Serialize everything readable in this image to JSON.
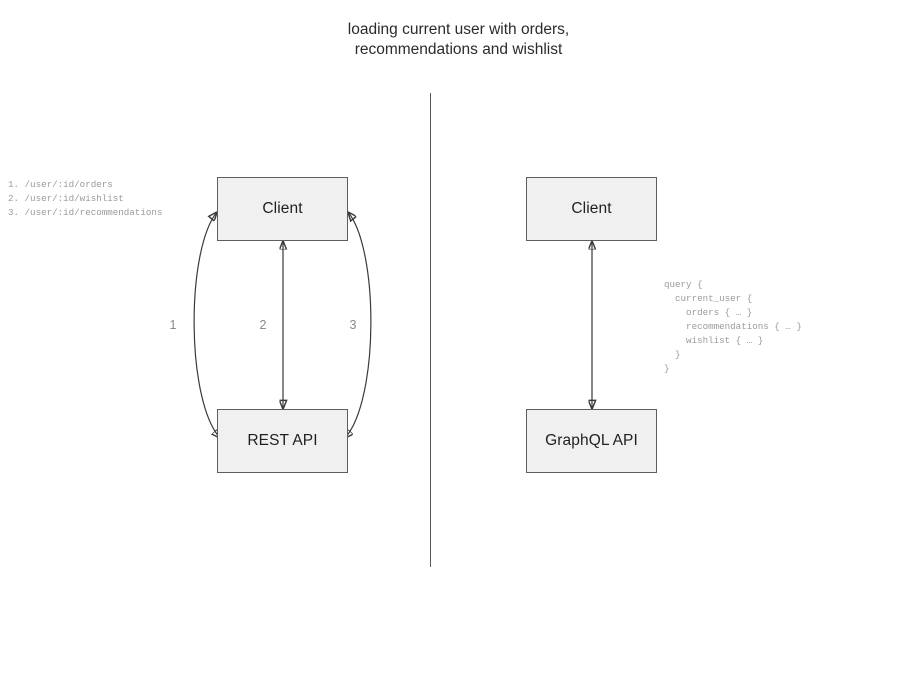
{
  "title": "loading current user with orders,\nrecommendations and wishlist",
  "divider": {
    "name": "vertical-divider"
  },
  "left_panel": {
    "client_label": "Client",
    "api_label": "REST API",
    "edge_labels": [
      "1",
      "2",
      "3"
    ],
    "endpoints": "1. /user/:id/orders\n2. /user/:id/wishlist\n3. /user/:id/recommendations"
  },
  "right_panel": {
    "client_label": "Client",
    "api_label": "GraphQL API",
    "query": "query {\n  current_user {\n    orders { … }\n    recommendations { … }\n    wishlist { … }\n  }\n}"
  },
  "colors": {
    "node_fill": "#f0f0f0",
    "node_border": "#5e5e5e",
    "edge": "#3a3a3a",
    "label_gray": "#8a8a8a",
    "code_gray": "#9a9a9a",
    "title": "#2b2b2b"
  }
}
